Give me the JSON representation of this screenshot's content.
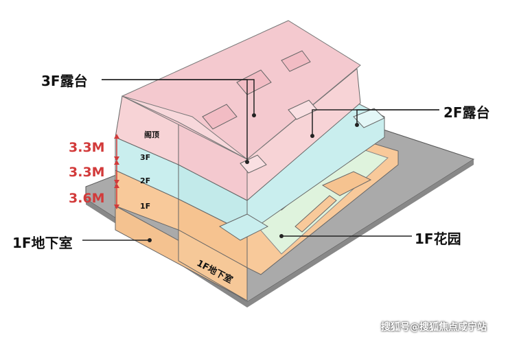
{
  "callouts": {
    "terrace_3f": "3F露台",
    "terrace_2f": "2F露台",
    "basement_1f": "1F地下室",
    "garden_1f": "1F花园"
  },
  "floors": {
    "attic": "阁顶",
    "f3": "3F",
    "f2": "2F",
    "f1": "1F",
    "basement_on_model": "1F地下室"
  },
  "dimensions": {
    "attic_height": "3.3M",
    "f3_height": "3.3M",
    "f2_height": "3.6M"
  },
  "colors": {
    "roof": "#f4c9cf",
    "upper_floor": "#f7d3d6",
    "second_floor": "#c9eeee",
    "ground_floor": "#f8c99a",
    "garden": "#dff3dd",
    "base_plate": "#a9a9a9",
    "dimension_red": "#d23a3a"
  },
  "watermark": "搜狐号@搜狐焦点咸宁站"
}
